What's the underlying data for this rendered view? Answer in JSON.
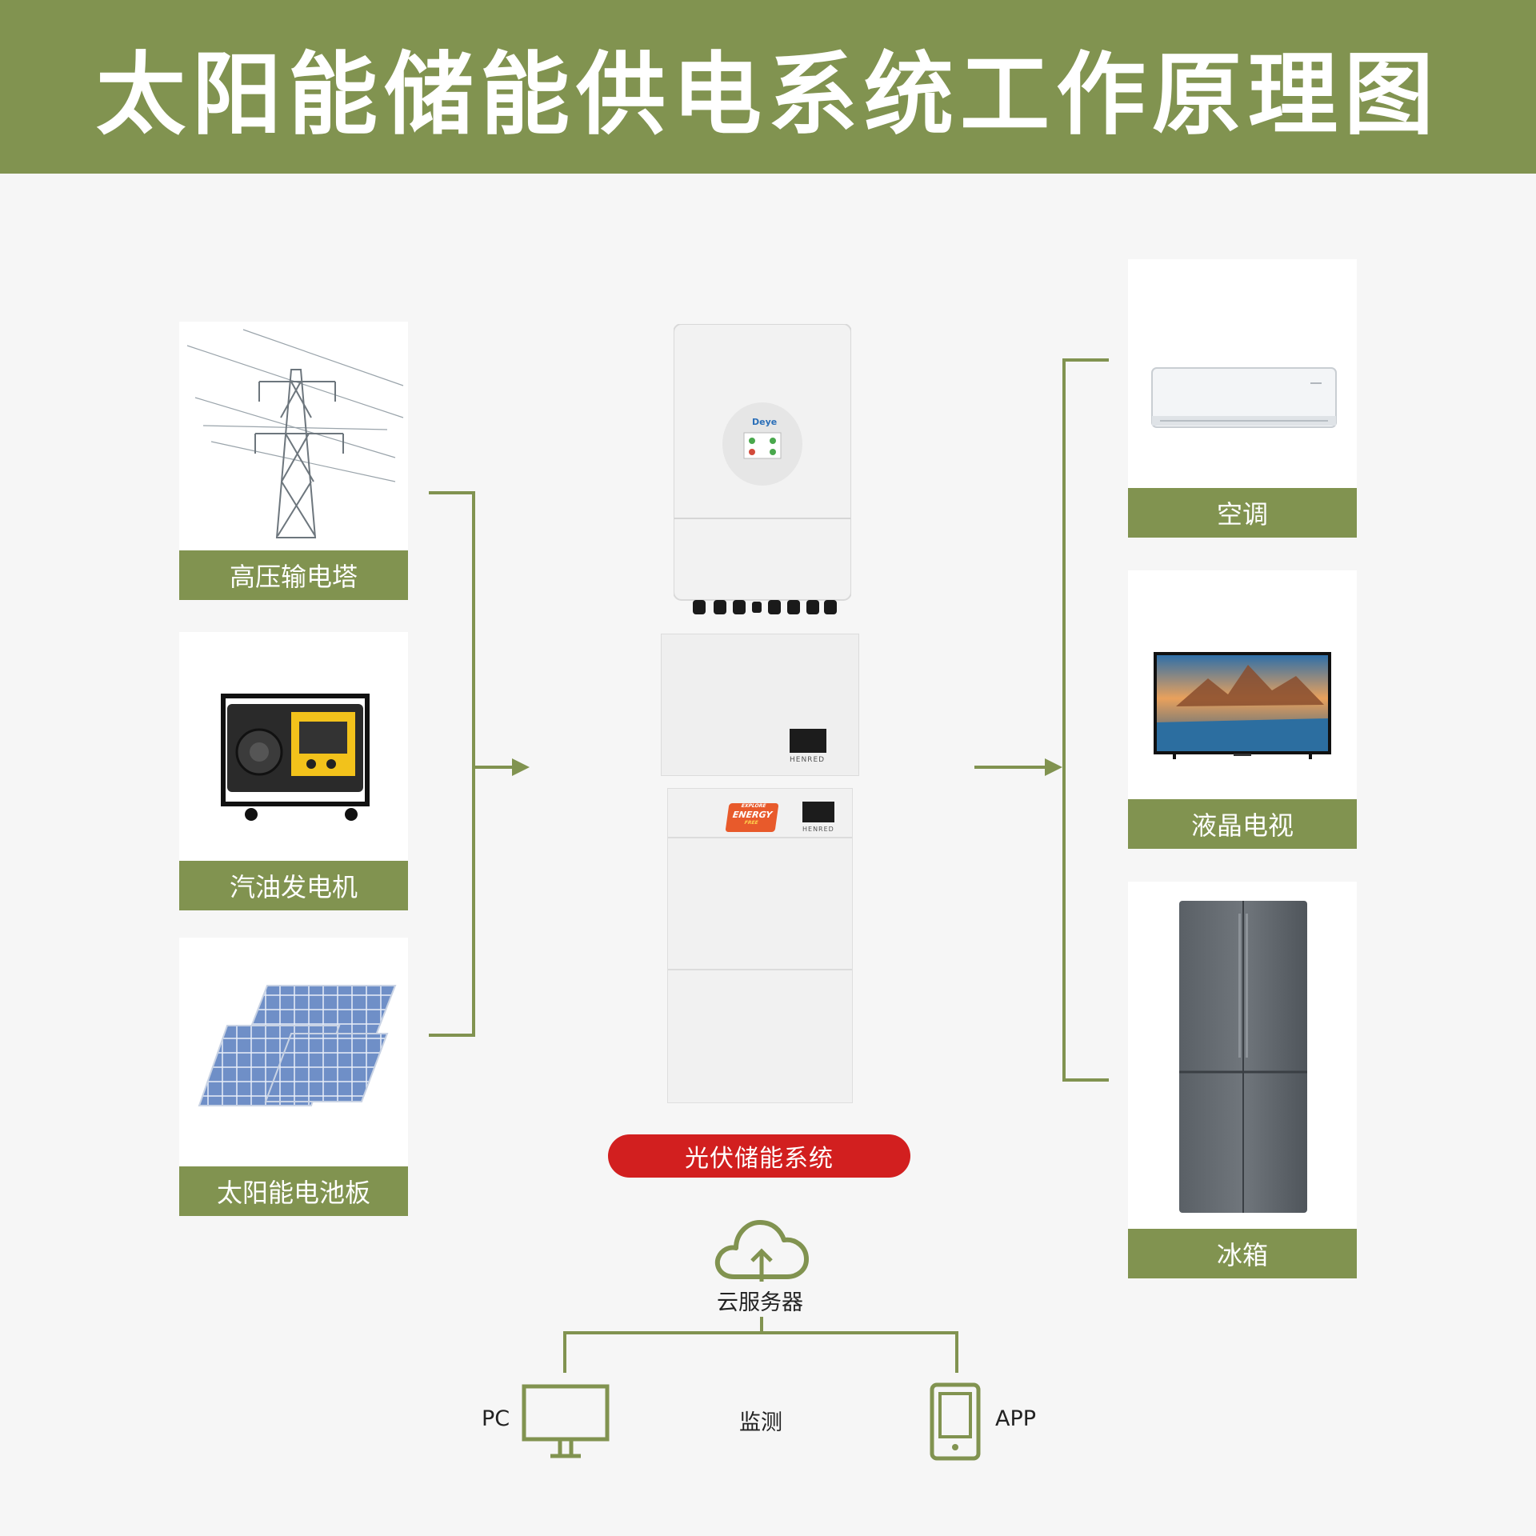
{
  "title": "太阳能储能供电系统工作原理图",
  "sources": [
    {
      "label": "高压输电塔",
      "icon": "transmission-tower"
    },
    {
      "label": "汽油发电机",
      "icon": "gasoline-generator"
    },
    {
      "label": "太阳能电池板",
      "icon": "solar-panels"
    }
  ],
  "loads": [
    {
      "label": "空调",
      "icon": "air-conditioner"
    },
    {
      "label": "液晶电视",
      "icon": "lcd-tv"
    },
    {
      "label": "冰箱",
      "icon": "refrigerator"
    }
  ],
  "center": {
    "label": "光伏储能系统",
    "inverter_brand": "Deye",
    "battery_brand": "HENRED",
    "battery_tag_line1": "EXPLORE",
    "battery_tag_line2": "ENERGY",
    "battery_tag_line3": "FREE"
  },
  "cloud": {
    "label": "云服务器"
  },
  "monitor": {
    "pc_label": "PC",
    "center_label": "监测",
    "app_label": "APP"
  },
  "colors": {
    "green": "#819350",
    "red": "#d21f1f",
    "background": "#f6f6f6"
  }
}
